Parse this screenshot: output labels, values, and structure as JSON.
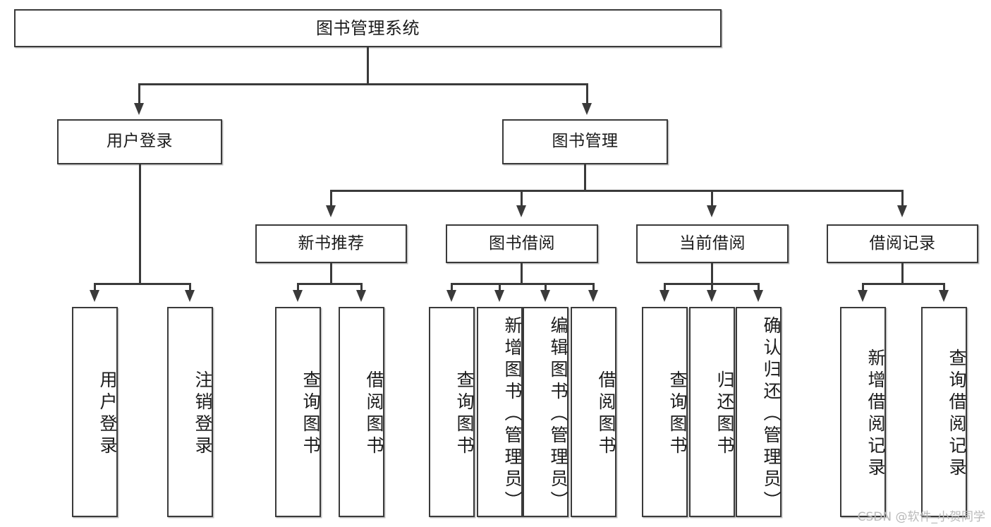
{
  "diagram": {
    "title": "图书管理系统",
    "type": "tree-hierarchy-chart",
    "root": {
      "label": "图书管理系统"
    },
    "level2": [
      {
        "label": "用户登录"
      },
      {
        "label": "图书管理"
      }
    ],
    "level3": [
      {
        "label": "新书推荐"
      },
      {
        "label": "图书借阅"
      },
      {
        "label": "当前借阅"
      },
      {
        "label": "借阅记录"
      }
    ],
    "leaves": {
      "user_login": [
        {
          "label": "用户登录"
        },
        {
          "label": "注销登录"
        }
      ],
      "new_book_recommend": [
        {
          "label": "查询图书"
        },
        {
          "label": "借阅图书"
        }
      ],
      "book_borrow": [
        {
          "label": "查询图书"
        },
        {
          "label": "新增图书（管理员）"
        },
        {
          "label": "编辑图书（管理员）"
        },
        {
          "label": "借阅图书"
        }
      ],
      "current_borrow": [
        {
          "label": "查询图书"
        },
        {
          "label": "归还图书"
        },
        {
          "label": "确认归还（管理员）"
        }
      ],
      "borrow_record": [
        {
          "label": "新增借阅记录"
        },
        {
          "label": "查询借阅记录"
        }
      ]
    }
  },
  "watermark": {
    "text": "CSDN @软件_小贺同学"
  },
  "colors": {
    "stroke": "#3a3a3a",
    "box_fill": "#ffffff",
    "text": "#1b1b1b",
    "watermark": "#b9b9b9",
    "background": "#ffffff"
  }
}
